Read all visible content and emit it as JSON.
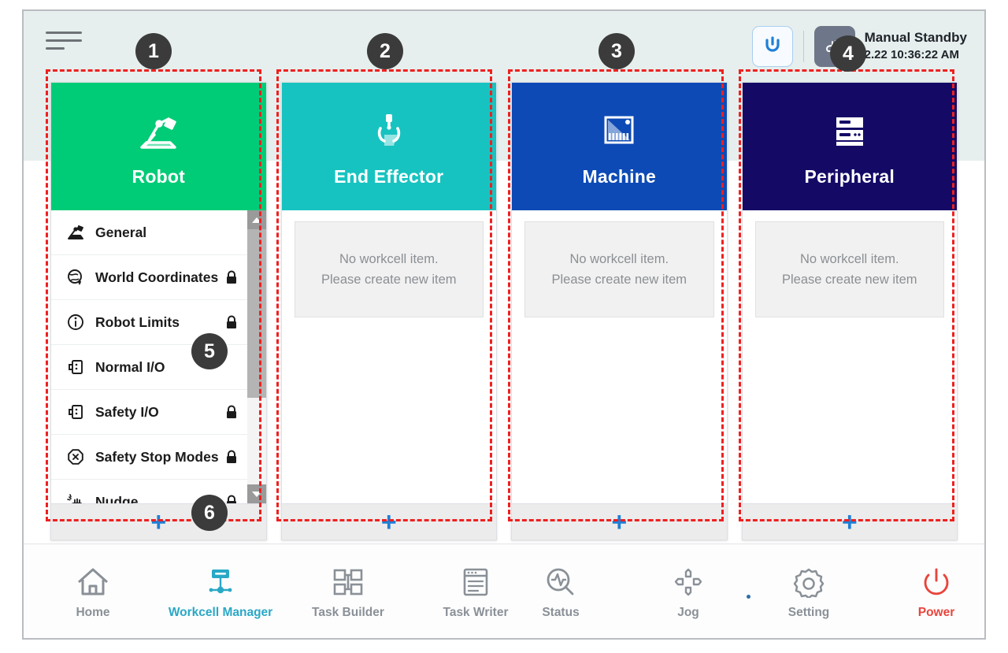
{
  "header": {
    "menu_icon": "hamburger-menu-icon",
    "refresh_icon": "gripper-refresh-icon",
    "mode_icon": "manual-hand-icon",
    "status_title": "Manual Standby",
    "status_time": "2.22 10:36:22 AM"
  },
  "cards": [
    {
      "id": "robot",
      "title": "Robot",
      "icon": "robot-arm-icon",
      "color": "#00cc77",
      "add_label": "+",
      "has_list": true,
      "items": [
        {
          "label": "General",
          "icon": "robot-arm-icon",
          "locked": false
        },
        {
          "label": "World Coordinates",
          "icon": "world-coordinates-icon",
          "locked": true
        },
        {
          "label": "Robot Limits",
          "icon": "robot-limits-icon",
          "locked": true
        },
        {
          "label": "Normal I/O",
          "icon": "io-port-icon",
          "locked": false
        },
        {
          "label": "Safety I/O",
          "icon": "io-port-icon",
          "locked": true
        },
        {
          "label": "Safety Stop Modes",
          "icon": "stop-sign-icon",
          "locked": true
        },
        {
          "label": "Nudge",
          "icon": "hand-nudge-icon",
          "locked": true
        }
      ]
    },
    {
      "id": "end-effector",
      "title": "End Effector",
      "icon": "gripper-icon",
      "color": "#17c3c0",
      "add_label": "+",
      "has_list": false,
      "empty_line1": "No workcell item.",
      "empty_line2": "Please create new item"
    },
    {
      "id": "machine",
      "title": "Machine",
      "icon": "machine-icon",
      "color": "#0d4ab5",
      "add_label": "+",
      "has_list": false,
      "empty_line1": "No workcell item.",
      "empty_line2": "Please create new item"
    },
    {
      "id": "peripheral",
      "title": "Peripheral",
      "icon": "peripheral-rack-icon",
      "color": "#140a66",
      "add_label": "+",
      "has_list": false,
      "empty_line1": "No workcell item.",
      "empty_line2": "Please create new item"
    }
  ],
  "navbar": {
    "left": [
      {
        "label": "Home",
        "icon": "home-icon",
        "active": false
      },
      {
        "label": "Workcell Manager",
        "icon": "workcell-manager-icon",
        "active": true
      },
      {
        "label": "Task Builder",
        "icon": "task-builder-icon",
        "active": false
      },
      {
        "label": "Task Writer",
        "icon": "task-writer-icon",
        "active": false
      }
    ],
    "right": [
      {
        "label": "Status",
        "icon": "status-magnifier-icon",
        "active": false
      },
      {
        "label": "Jog",
        "icon": "jog-dpad-icon",
        "active": false
      },
      {
        "label": "Setting",
        "icon": "gear-icon",
        "active": false
      },
      {
        "label": "Power",
        "icon": "power-icon",
        "active": false
      }
    ]
  },
  "annotations": [
    {
      "n": "1"
    },
    {
      "n": "2"
    },
    {
      "n": "3"
    },
    {
      "n": "4"
    },
    {
      "n": "5"
    },
    {
      "n": "6"
    }
  ],
  "colors": {
    "accent_blue": "#1f7fd6",
    "active_teal": "#29a8c6",
    "power_red": "#e8453c",
    "annotation": "#ef2020"
  }
}
